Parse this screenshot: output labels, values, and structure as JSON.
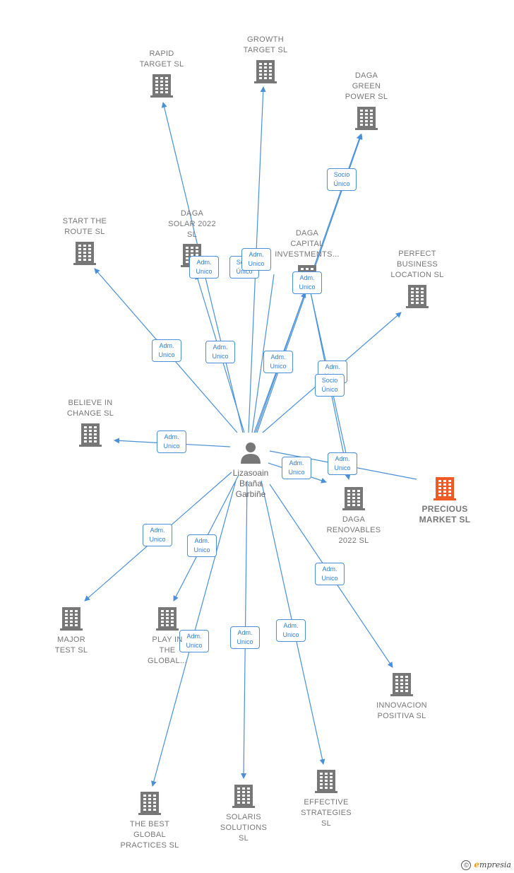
{
  "colors": {
    "edge": "#4a90d9",
    "building": "#777777",
    "building_highlight": "#f15a24",
    "badge_text": "#2f7ed8"
  },
  "center": {
    "name": "Lizasoain\nBraña\nGarbiñe",
    "icon": "person-icon"
  },
  "companies": [
    {
      "id": "rapid",
      "label": "RAPID\nTARGET  SL",
      "highlight": false
    },
    {
      "id": "growth",
      "label": "GROWTH\nTARGET SL",
      "highlight": false
    },
    {
      "id": "daga-green",
      "label": "DAGA\nGREEN\nPOWER  SL",
      "highlight": false
    },
    {
      "id": "start",
      "label": "START THE\nROUTE  SL",
      "highlight": false
    },
    {
      "id": "daga-solar",
      "label": "DAGA\nSOLAR 2022\nSL",
      "highlight": false
    },
    {
      "id": "daga-capital",
      "label": "DAGA\nCAPITAL\nINVESTMENTS...",
      "highlight": false
    },
    {
      "id": "perfect",
      "label": "PERFECT\nBUSINESS\nLOCATION  SL",
      "highlight": false
    },
    {
      "id": "believe",
      "label": "BELIEVE IN\nCHANGE  SL",
      "highlight": false
    },
    {
      "id": "precious",
      "label": "PRECIOUS\nMARKET  SL",
      "highlight": true
    },
    {
      "id": "daga-renov",
      "label": "DAGA\nRENOVABLES\n2022  SL",
      "highlight": false
    },
    {
      "id": "major",
      "label": "MAJOR\nTEST  SL",
      "highlight": false
    },
    {
      "id": "play",
      "label": "PLAY IN\nTHE\nGLOBAL...",
      "highlight": false
    },
    {
      "id": "innovacion",
      "label": "INNOVACION\nPOSITIVA  SL",
      "highlight": false
    },
    {
      "id": "best",
      "label": "THE BEST\nGLOBAL\nPRACTICES  SL",
      "highlight": false
    },
    {
      "id": "solaris",
      "label": "SOLARIS\nSOLUTIONS\nSL",
      "highlight": false
    },
    {
      "id": "effective",
      "label": "EFFECTIVE\nSTRATEGIES\nSL",
      "highlight": false
    }
  ],
  "edges": [
    {
      "to": "rapid",
      "label": "Adm.\nUnico"
    },
    {
      "to": "growth",
      "label": "Socio\nÚnico"
    },
    {
      "to": "growth",
      "label": "Adm.\nUnico"
    },
    {
      "to": "daga-green",
      "label": "Socio\nÚnico"
    },
    {
      "to": "daga-green",
      "label": "Adm.\nUnico"
    },
    {
      "to": "start",
      "label": "Adm.\nUnico"
    },
    {
      "to": "daga-solar",
      "label": "Adm.\nUnico"
    },
    {
      "to": "daga-capital",
      "label": "Adm.\nUnico"
    },
    {
      "to": "perfect",
      "label": "Adm.\nUnico"
    },
    {
      "to": "perfect",
      "label": "Socio\nÚnico"
    },
    {
      "to": "believe",
      "label": "Adm.\nUnico"
    },
    {
      "to": "daga-renov",
      "label": "Adm.\nUnico"
    },
    {
      "to": "daga-renov",
      "label": "Adm.\nUnico"
    },
    {
      "to": "precious",
      "label": "Adm.\nUnico"
    },
    {
      "to": "major",
      "label": "Adm.\nUnico"
    },
    {
      "to": "play",
      "label": "Adm.\nUnico"
    },
    {
      "to": "innovacion",
      "label": "Adm.\nUnico"
    },
    {
      "to": "best",
      "label": "Adm.\nUnico"
    },
    {
      "to": "solaris",
      "label": "Adm.\nUnico"
    },
    {
      "to": "effective",
      "label": "Adm.\nUnico"
    }
  ],
  "brand": {
    "copyright": "©",
    "e": "e",
    "rest": "mpresia"
  }
}
